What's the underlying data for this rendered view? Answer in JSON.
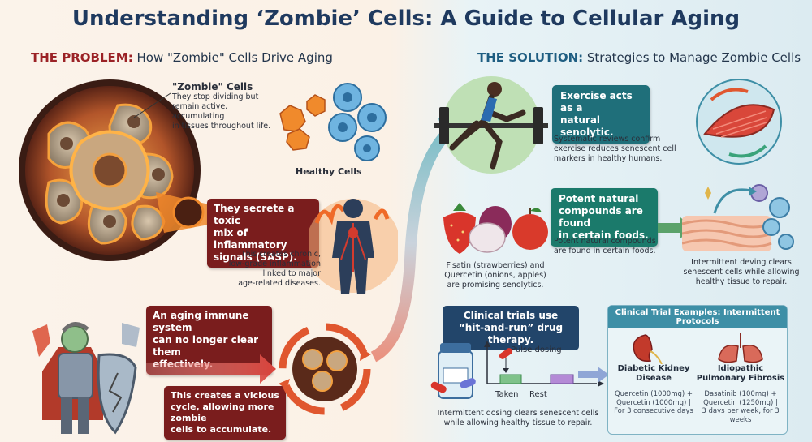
{
  "title": "Understanding ‘Zombie’ Cells: A Guide to Cellular Aging",
  "problem": {
    "keyword": "THE PROBLEM:",
    "rest": " How \"Zombie\" Cells Drive Aging",
    "zombie_label": "\"Zombie\" Cells",
    "zombie_desc": [
      "They stop dividing but",
      "remain active, accumulating",
      "in tissues throughout life."
    ],
    "healthy_label": "Healthy Cells",
    "sasp_box": [
      "They secrete a toxic",
      "mix of inflammatory",
      "signals (SASP)."
    ],
    "sasp_caption": [
      "This creates chronic,",
      "low-grade inflammation",
      "linked to major",
      "age-related diseases."
    ],
    "immune_box": [
      "An aging immune system",
      "can no longer clear them",
      "effectively."
    ],
    "cycle_box": [
      "This creates a vicious",
      "cycle, allowing more zombie",
      "cells to accumulate."
    ]
  },
  "solution": {
    "keyword": "THE SOLUTION:",
    "rest": " Strategies to Manage Zombie Cells",
    "exercise_box": [
      "Exercise acts as a",
      "natural senolytic."
    ],
    "exercise_caption": [
      "Systematic reviews confirm",
      "exercise reduces senescent cell",
      "markers in healthy humans."
    ],
    "food_box": [
      "Potent natural",
      "compounds are found",
      "in certain foods."
    ],
    "food_caption_right": [
      "Potent natural compounds",
      "are found in certain foods."
    ],
    "food_caption_left": [
      "Fisatin (strawberries) and",
      "Quercetin (onions, apples)",
      "are promising senolytics."
    ],
    "tissue_caption": [
      "Intermittent deving clears",
      "senescent cells while allowing",
      "healthy tissue to repair."
    ],
    "trials_box": [
      "Clinical trials use",
      "“hit-and-run” drug therapy."
    ],
    "pulse_label": "Pulse dosing",
    "taken_label": "Taken",
    "rest_label": "Rest",
    "dosing_caption": [
      "Intermittent dosing clears senescent cells",
      "while allowing healthy tissue to repair."
    ]
  },
  "trial_panel": {
    "header": "Clinical Trial Examples: Intermittent Protocols",
    "trials": [
      {
        "name": [
          "Diabetic Kidney",
          "Disease"
        ],
        "dose": [
          "Quercetin (1000mg) +",
          "Quercetin (1000mg) |",
          "For 3 consecutive days"
        ]
      },
      {
        "name": [
          "Idiopathic",
          "Pulmonary Fibrosis"
        ],
        "dose": [
          "Dasatinib (100mg) +",
          "Quercetin (1250mg) |",
          "3 days per week, for 3 weeks"
        ]
      }
    ]
  },
  "colors": {
    "problem_red": "#9b2226",
    "solution_blue": "#1f5e82",
    "box_red": "#7a1d1d",
    "box_teal": "#1f6f7a",
    "title_navy": "#1f3a5f"
  }
}
